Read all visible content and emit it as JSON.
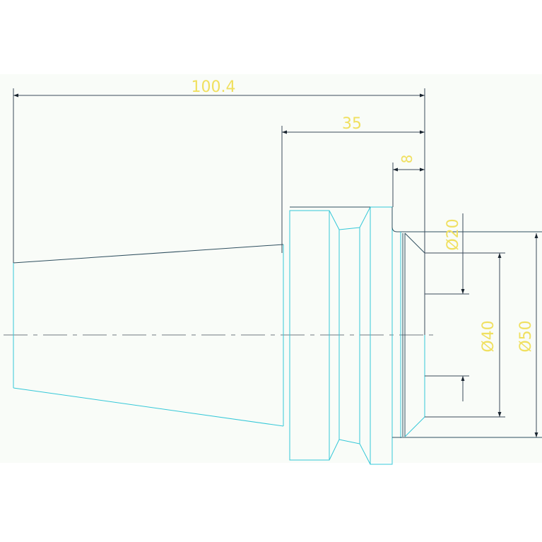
{
  "colors": {
    "background": "#ffffff",
    "drawing_area": "#f9fcf8",
    "outline": "#35c8d8",
    "dimension": "#3a4a5a",
    "dimension_text": "#f0e060",
    "centerline": "#707880"
  },
  "dimensions": {
    "overall_length": "100.4",
    "collar_length": "35",
    "bore_depth": "8",
    "bore_diameter": "Ø20",
    "shoulder_diameter": "Ø40",
    "flange_diameter": "Ø50"
  }
}
